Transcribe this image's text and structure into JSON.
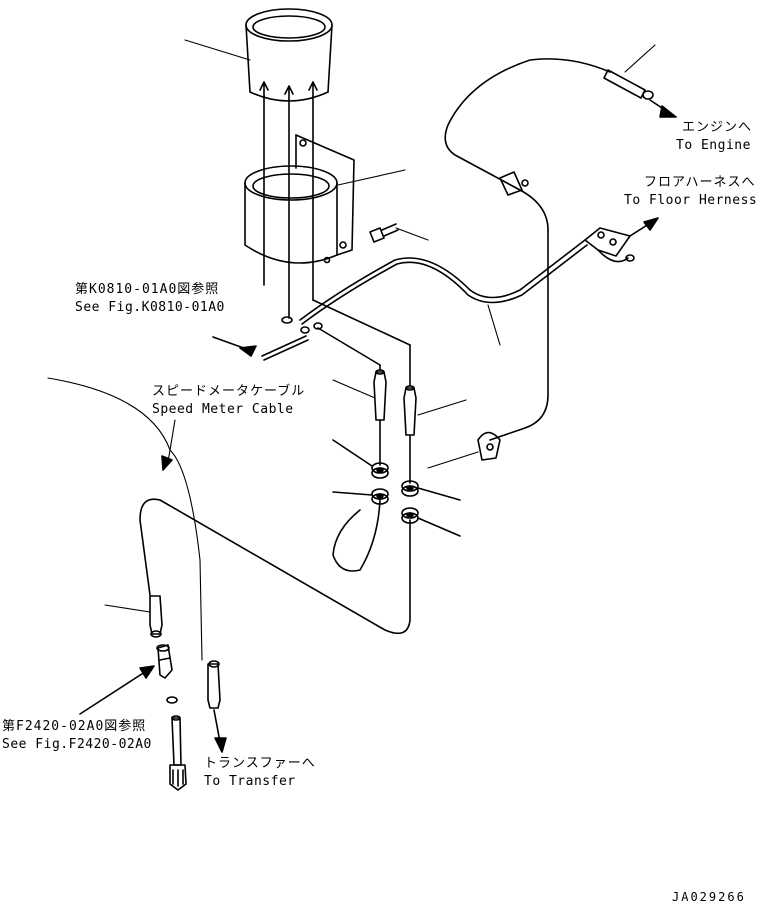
{
  "labels": {
    "engine_jp": "エンジンへ",
    "engine_en": "To Engine",
    "floor_jp": "フロアハーネスへ",
    "floor_en": "To Floor Herness",
    "fig_k_jp": "第K0810-01A0図参照",
    "fig_k_en": "See Fig.K0810-01A0",
    "speed_jp": "スピードメータケーブル",
    "speed_en": "Speed Meter Cable",
    "fig_f_jp": "第F2420-02A0図参照",
    "fig_f_en": "See Fig.F2420-02A0",
    "transfer_jp": "トランスファーへ",
    "transfer_en": "To Transfer",
    "drawing_no": "JA029266"
  }
}
